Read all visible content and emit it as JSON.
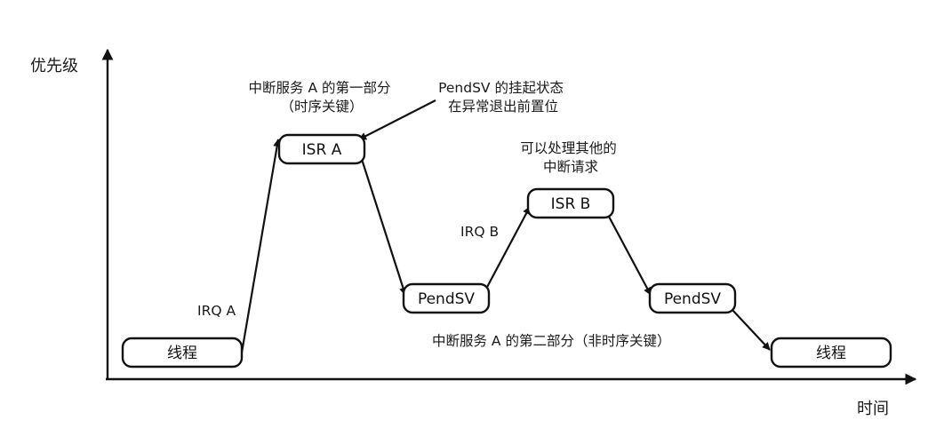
{
  "axes": {
    "y_label": "优先级",
    "x_label": "时间"
  },
  "nodes": {
    "thread_start": "线程",
    "isr_a": "ISR A",
    "pendsv_1": "PendSV",
    "isr_b": "ISR B",
    "pendsv_2": "PendSV",
    "thread_end": "线程"
  },
  "annotations": {
    "isr_a_first_part": [
      "中断服务 A 的第一部分",
      "（时序关键）"
    ],
    "pendsv_pending": [
      "PendSV 的挂起状态",
      "在异常退出前置位"
    ],
    "handle_other_irq": [
      "可以处理其他的",
      "中断请求"
    ],
    "irq_a": "IRQ A",
    "irq_b": "IRQ B",
    "isr_a_second_part": "中断服务 A 的第二部分（非时序关键）"
  }
}
